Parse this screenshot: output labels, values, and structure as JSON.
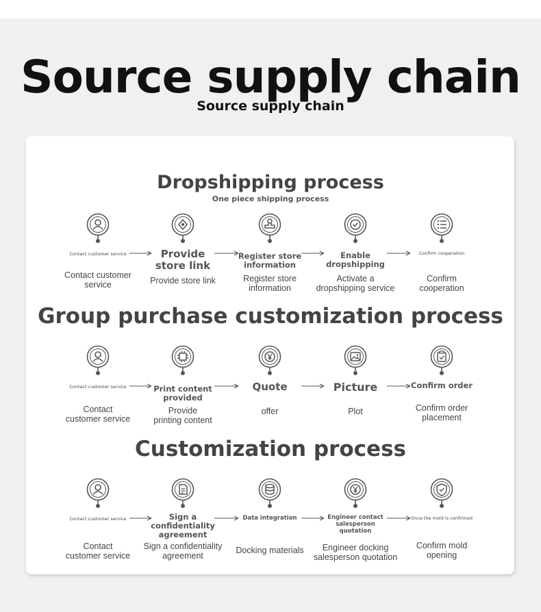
{
  "header": {
    "title": "Source supply chain",
    "subtitle": "Source supply chain"
  },
  "sections": [
    {
      "title": "Dropshipping process",
      "subtitle": "One piece shipping process",
      "steps": [
        {
          "icon": "person-icon",
          "label": "Contact customer service",
          "desc": "Contact customer\nservice"
        },
        {
          "icon": "link-icon",
          "label": "Provide\nstore link",
          "desc": "Provide store link"
        },
        {
          "icon": "stamp-icon",
          "label": "Register store\ninformation",
          "desc": "Register store\ninformation"
        },
        {
          "icon": "checkmark-icon",
          "label": "Enable\ndropshipping",
          "desc": "Activate a\ndropshipping service"
        },
        {
          "icon": "list-icon",
          "label": "Confirm cooperation",
          "desc": "Confirm\ncooperation"
        }
      ]
    },
    {
      "title": "Group purchase customization process",
      "steps": [
        {
          "icon": "person-icon",
          "label": "Contact customer service",
          "desc": "Contact\ncustomer service"
        },
        {
          "icon": "crop-icon",
          "label": "Print content\nprovided",
          "desc": "Provide\nprinting content"
        },
        {
          "icon": "yen-icon",
          "label": "Quote",
          "desc": "offer"
        },
        {
          "icon": "image-icon",
          "label": "Picture",
          "desc": "Plot"
        },
        {
          "icon": "clipboard-check-icon",
          "label": "Confirm order",
          "desc": "Confirm order\nplacement"
        }
      ]
    },
    {
      "title": "Customization process",
      "steps": [
        {
          "icon": "person-icon",
          "label": "Contact customer service",
          "desc": "Contact\ncustomer service"
        },
        {
          "icon": "document-icon",
          "label": "Sign a\nconfidentiality\nagreement",
          "desc": "Sign a confidentiality\nagreement"
        },
        {
          "icon": "database-icon",
          "label": "Data integration",
          "desc": "Docking materials"
        },
        {
          "icon": "yen-icon",
          "label": "Engineer contact\nsalesperson\nquotation",
          "desc": "Engineer docking\nsalesperson quotation"
        },
        {
          "icon": "shield-icon",
          "label": "Once the mold is confirmed",
          "desc": "Confirm mold\nopening"
        }
      ]
    }
  ],
  "colors": {
    "background": "#f0f0f0",
    "card": "#ffffff",
    "title": "#111111",
    "section_title": "#444444",
    "icon_stroke": "#555555"
  }
}
